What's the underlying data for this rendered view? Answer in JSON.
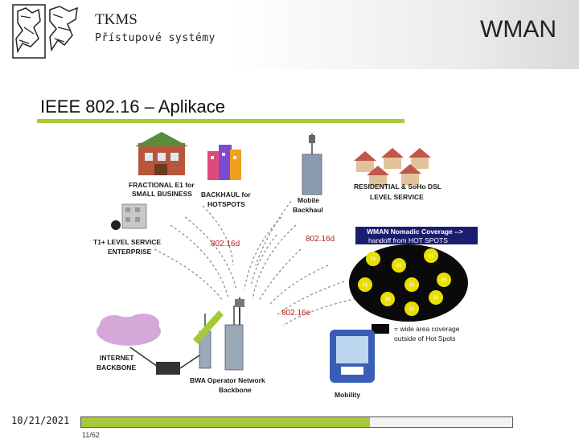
{
  "header": {
    "course": "TKMS",
    "subtitle": "Přístupové systémy",
    "topic": "WMAN"
  },
  "slide": {
    "title": "IEEE 802.16 – Aplikace"
  },
  "diagram": {
    "labels": {
      "fractional": "FRACTIONAL E1 for",
      "small_business": "SMALL BUSINESS",
      "backhaul": "BACKHAUL for",
      "hotspots": "HOTSPOTS",
      "mobile": "Mobile",
      "backhaul2": "Backhaul",
      "residential": "RESIDENTIAL & SoHo DSL",
      "level_service": "LEVEL SERVICE",
      "t1_service": "T1+ LEVEL SERVICE",
      "enterprise": "ENTERPRISE",
      "std_d_left": "802.16d",
      "std_d_right": "802.16d",
      "std_e": "802.16e",
      "nomadic": "WMAN Nomadic Coverage -->",
      "handoff": "handoff from HOT SPOTS",
      "internet": "INTERNET",
      "backbone": "BACKBONE",
      "operator": "BWA Operator Network",
      "operator2": "Backbone",
      "legend1": "= wide area coverage",
      "legend2": "outside of Hot Spots",
      "mobility": "Mobility"
    },
    "hotspot_letter": "H",
    "colors": {
      "accent_green": "#a6c938",
      "label_red": "#b42020",
      "hotspot_yellow": "#e8e000",
      "coverage_dark": "#0a0a0a",
      "nomadic_banner": "#1c1c6e"
    }
  },
  "footer": {
    "date": "10/21/2021",
    "page": "11/62",
    "progress": 0.67
  }
}
